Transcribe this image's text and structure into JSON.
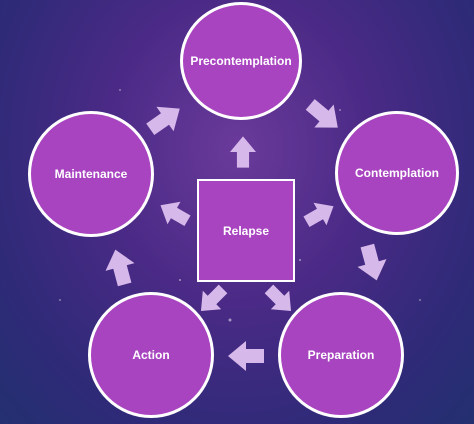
{
  "diagram": {
    "nodes": [
      {
        "id": "precontemplation",
        "label": "Precontemplation"
      },
      {
        "id": "contemplation",
        "label": "Contemplation"
      },
      {
        "id": "preparation",
        "label": "Preparation"
      },
      {
        "id": "action",
        "label": "Action"
      },
      {
        "id": "maintenance",
        "label": "Maintenance"
      },
      {
        "id": "relapse",
        "label": "Relapse"
      }
    ],
    "edges": [
      {
        "from": "precontemplation",
        "to": "contemplation"
      },
      {
        "from": "contemplation",
        "to": "preparation"
      },
      {
        "from": "preparation",
        "to": "action"
      },
      {
        "from": "action",
        "to": "maintenance"
      },
      {
        "from": "maintenance",
        "to": "precontemplation"
      },
      {
        "from": "relapse",
        "to": "precontemplation"
      },
      {
        "from": "relapse",
        "to": "contemplation"
      },
      {
        "from": "relapse",
        "to": "preparation"
      },
      {
        "from": "relapse",
        "to": "action"
      },
      {
        "from": "relapse",
        "to": "maintenance"
      }
    ]
  },
  "colors": {
    "node_fill": "#a844c0",
    "node_border": "#ffffff",
    "arrow_fill": "#d7b8ea",
    "background": "#3a2a80"
  },
  "icons": {
    "arrow": "block-arrow-icon"
  }
}
